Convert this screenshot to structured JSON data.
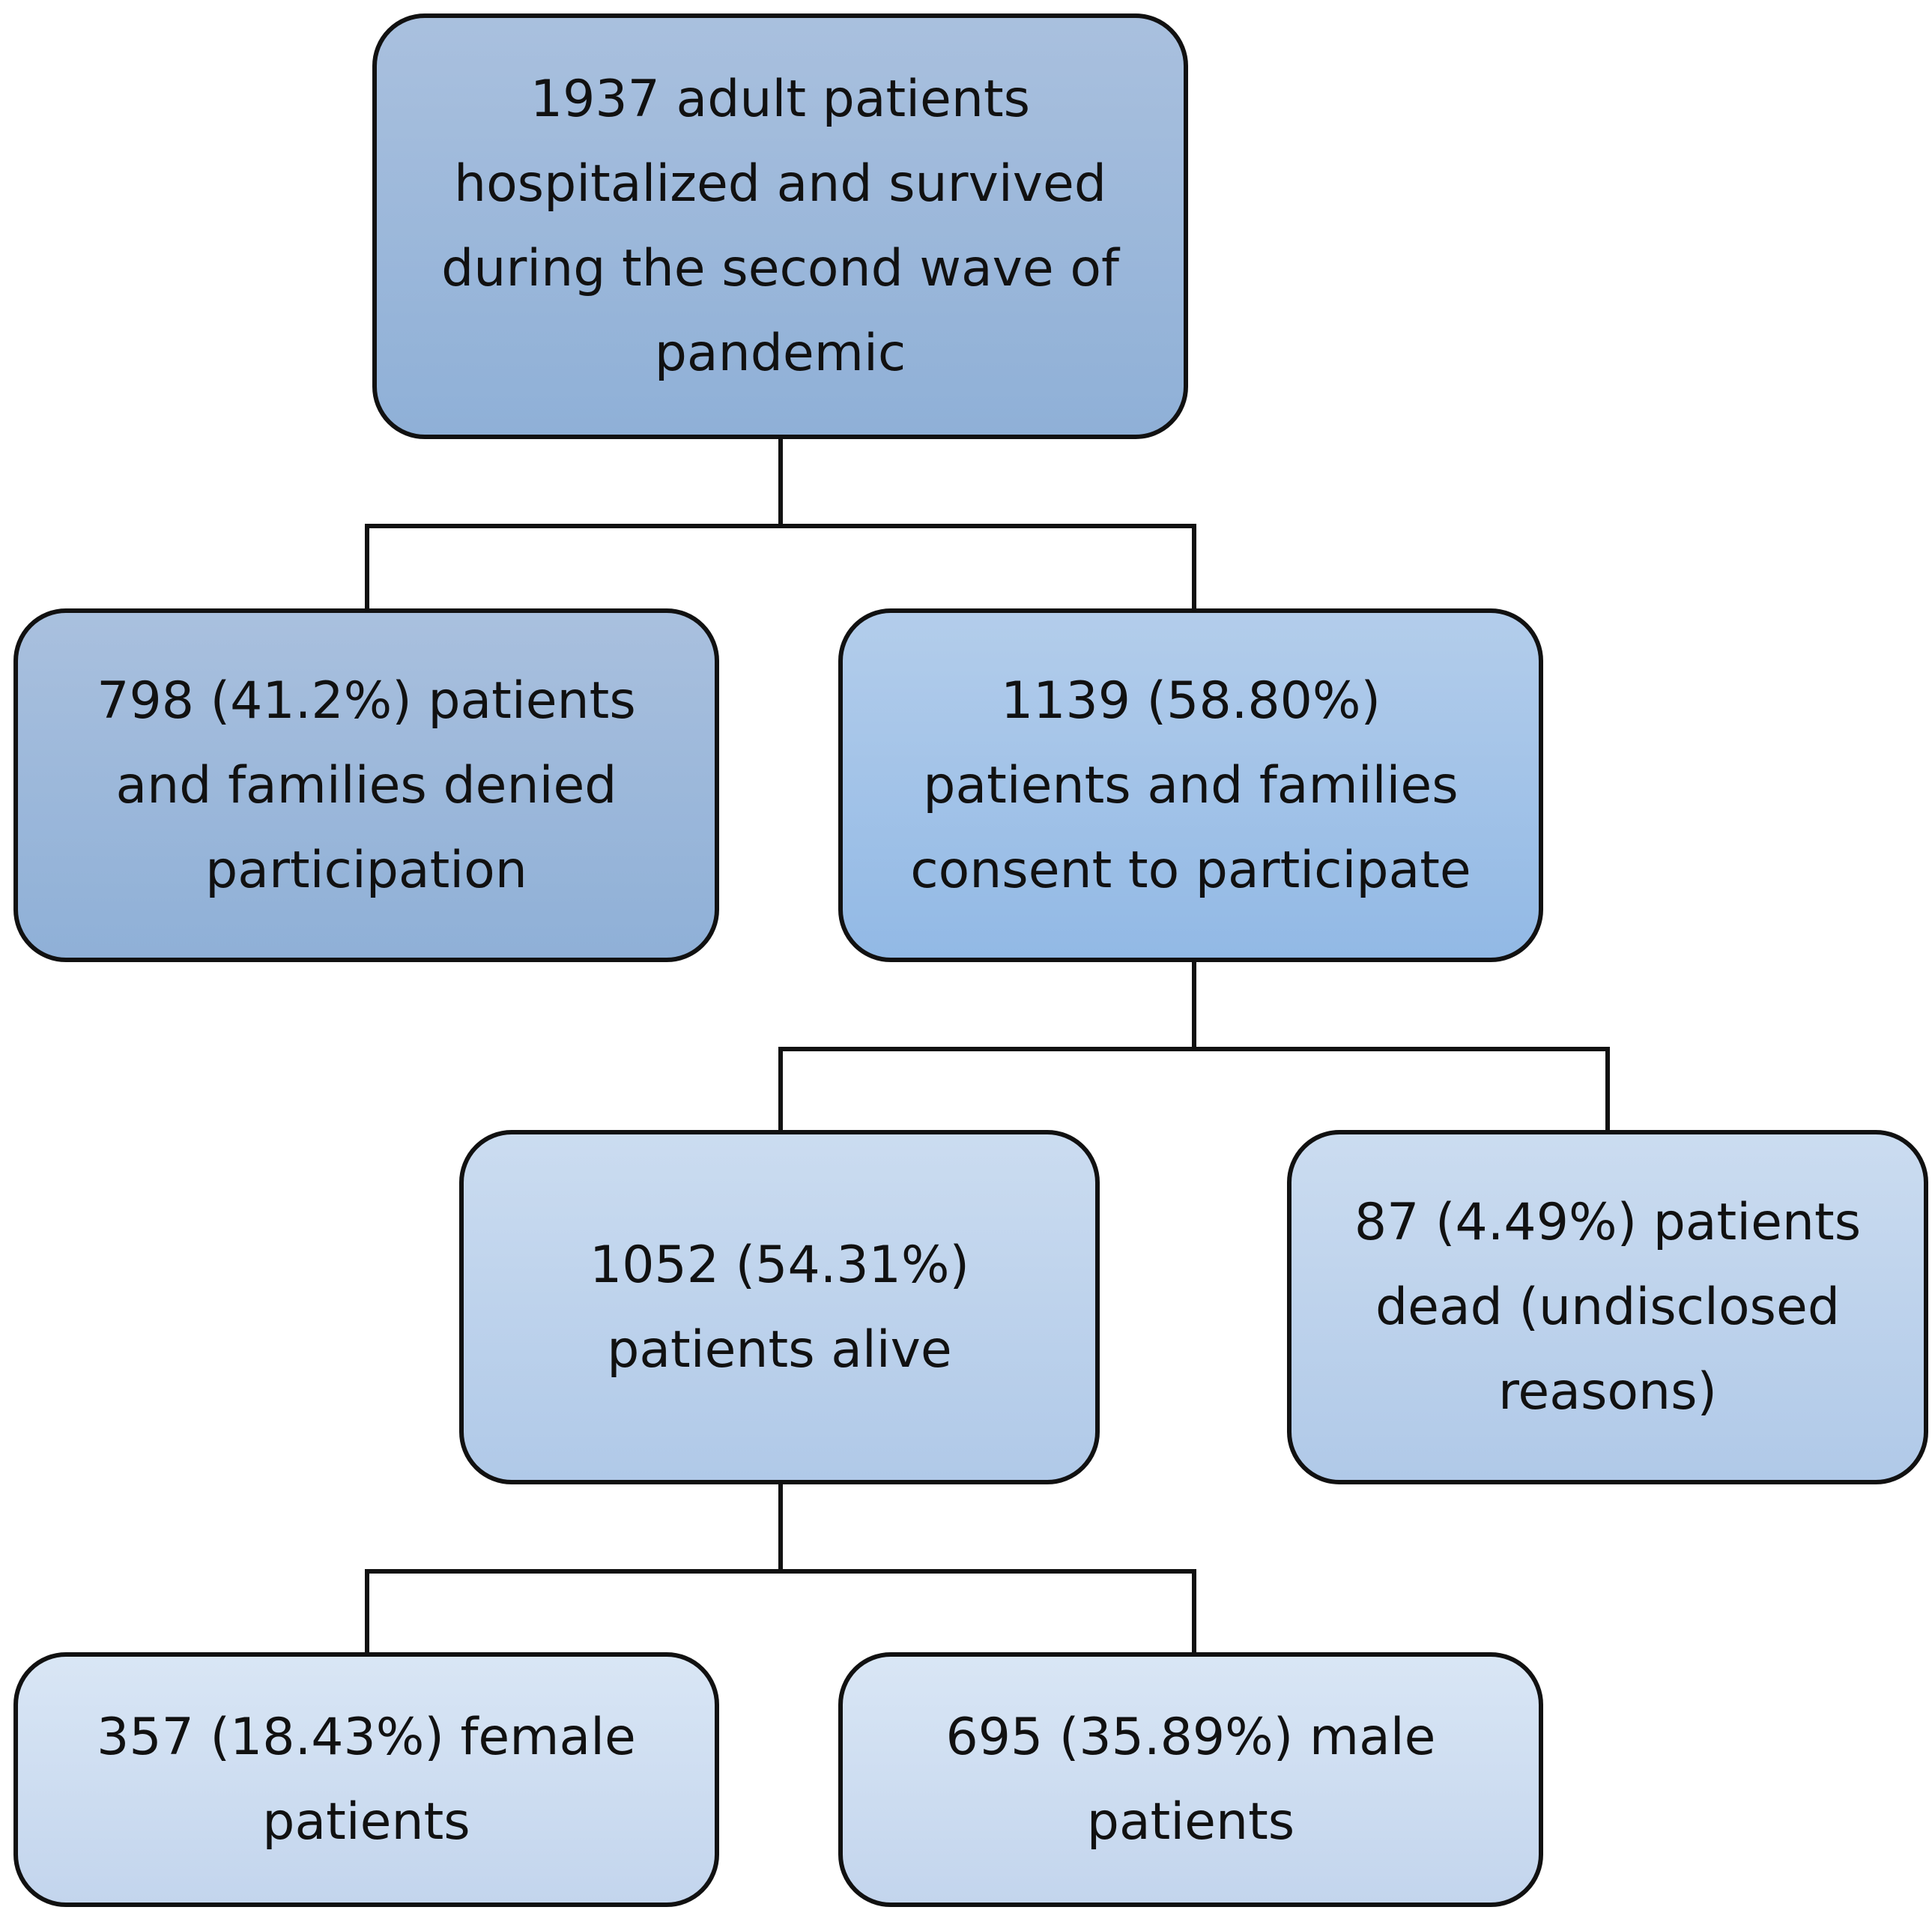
{
  "flowchart": {
    "root": {
      "lines": [
        "1937 adult patients",
        "hospitalized and survived",
        "during the second wave of",
        "pandemic"
      ]
    },
    "denied": {
      "lines": [
        "798 (41.2%) patients",
        "and families denied",
        "participation"
      ]
    },
    "consent": {
      "lines": [
        "1139 (58.80%)",
        "patients and families",
        "consent to participate"
      ]
    },
    "alive": {
      "lines": [
        "1052 (54.31%)",
        "patients alive"
      ]
    },
    "dead": {
      "lines": [
        "87 (4.49%) patients",
        "dead (undisclosed",
        "reasons)"
      ]
    },
    "female": {
      "lines": [
        "357 (18.43%) female",
        "patients"
      ]
    },
    "male": {
      "lines": [
        "695 (35.89%) male",
        "patients"
      ]
    }
  },
  "colors": {
    "border": "#111111",
    "connector": "#111111",
    "text": "#111111"
  }
}
